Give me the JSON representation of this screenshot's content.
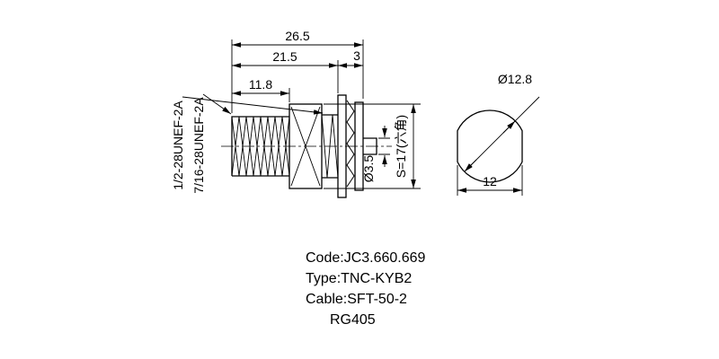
{
  "side_view": {
    "dim_total_length": "26.5",
    "dim_body_length": "21.5",
    "dim_nut_stack": "3",
    "dim_thread_length": "11.8",
    "dim_pin_diameter": "Ø3.5",
    "dim_hex": "S=17(六角)",
    "label_mount_thread": "1/2-28UNEF-2A",
    "label_coupling_thread": "7/16-28UNEF-2A"
  },
  "end_view": {
    "dim_diameter": "Ø12.8",
    "dim_across_flats": "12"
  },
  "notes": {
    "line1": "Code:JC3.660.669",
    "line2": "Type:TNC-KYB2",
    "line3": "Cable:SFT-50-2",
    "line4": "RG405"
  }
}
